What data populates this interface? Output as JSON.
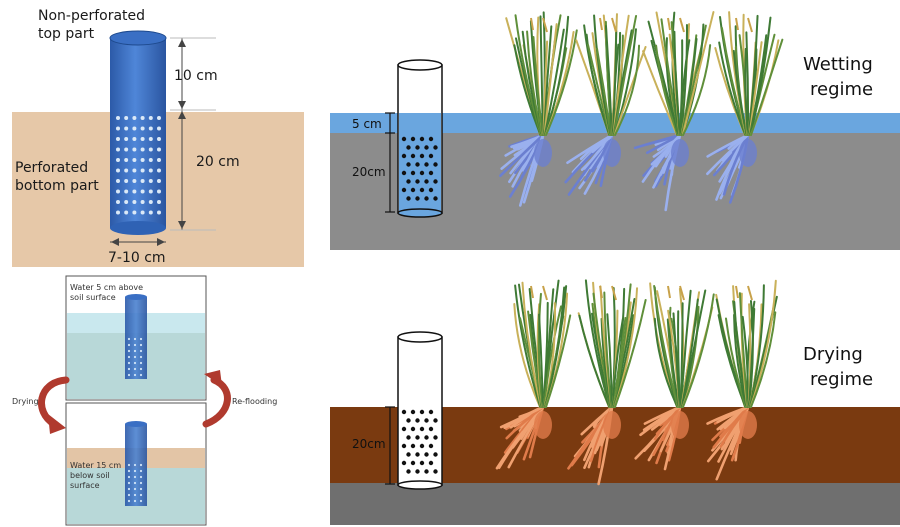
{
  "panel_a": {
    "label_top": [
      "Non-perforated",
      "top part"
    ],
    "label_bottom": [
      "Perforated",
      "bottom part"
    ],
    "dim_top": "10 cm",
    "dim_bottom": "20 cm",
    "dim_width": "7-10 cm"
  },
  "panel_b": {
    "top_text": [
      "Water 5 cm above",
      "soil surface"
    ],
    "bottom_text": [
      "Water 15 cm",
      "below soil",
      "surface"
    ],
    "drying_label": "Drying",
    "reflooding_label": "Re-flooding"
  },
  "wetting": {
    "title": [
      "Wetting",
      "regime"
    ],
    "dim_water": "5 cm",
    "dim_soil": "20cm"
  },
  "drying": {
    "title": [
      "Drying",
      "regime"
    ],
    "dim_soil": "20cm"
  },
  "colors": {
    "pipe_blue": "#3a6fc4",
    "soil_tan": "#e6c8a8",
    "water_blue": "#6aa6df",
    "gray_soil": "#8c8c8c",
    "brown_soil": "#7a3a10",
    "root_blue": "#9ab0ee",
    "root_orange": "#f0a070",
    "arrow_red": "#b03a2e"
  }
}
